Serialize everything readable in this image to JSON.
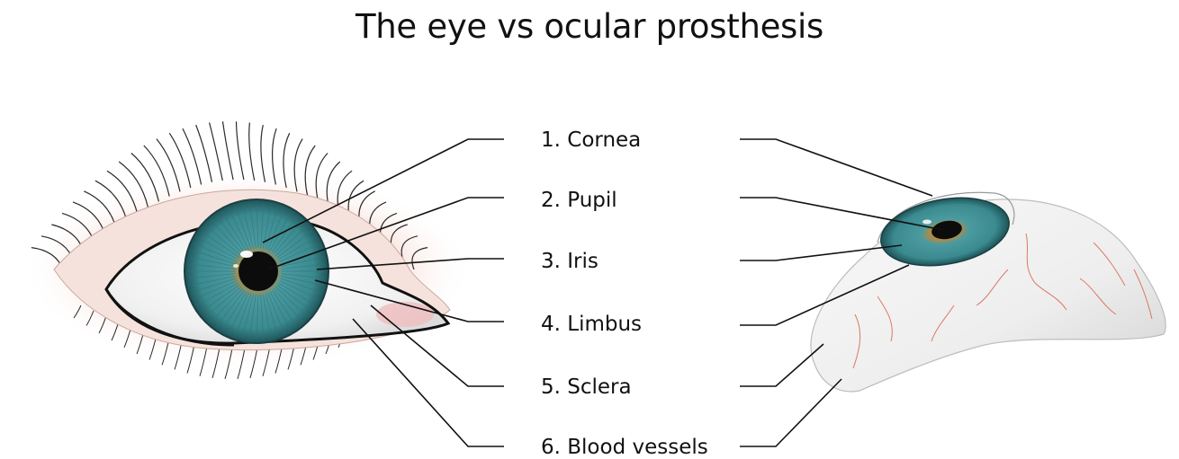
{
  "title": "The eye vs ocular prosthesis",
  "labels": [
    {
      "number": "1.",
      "name": "Cornea",
      "text": "1. Cornea"
    },
    {
      "number": "2.",
      "name": "Pupil",
      "text": "2. Pupil"
    },
    {
      "number": "3.",
      "name": "Iris",
      "text": "3. Iris"
    },
    {
      "number": "4.",
      "name": "Limbus",
      "text": "4. Limbus"
    },
    {
      "number": "5.",
      "name": "Sclera",
      "text": "5. Sclera"
    },
    {
      "number": "6.",
      "name": "Blood vessels",
      "text": "6. Blood vessels"
    }
  ],
  "colors": {
    "iris_teal": "#3f8f94",
    "iris_dark": "#245f66",
    "iris_amber": "#c08a3a",
    "pupil": "#0c0c0c",
    "sclera": "#f4f4f4",
    "skin_pink": "#efc4b8",
    "vessel_red": "#d9634a",
    "outline": "#111111"
  }
}
